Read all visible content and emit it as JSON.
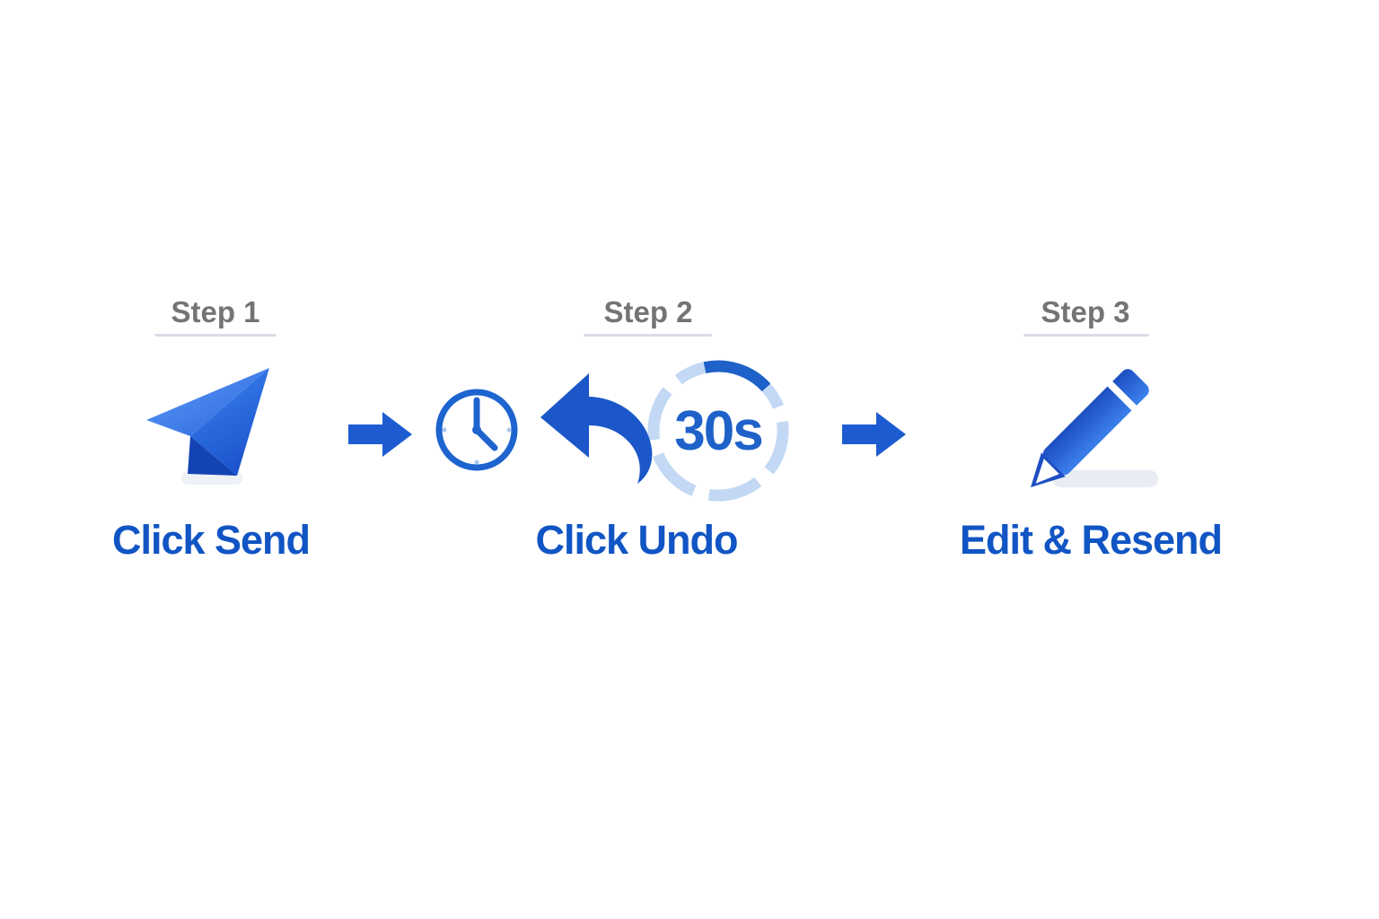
{
  "diagram_title": "Undo Send process diagram",
  "colors": {
    "background": "#ffffff",
    "step_label_gray": "#747474",
    "divider_gray": "#d9dde6",
    "caption_blue": "#1155c4",
    "icon_blue": "#1d5cd0",
    "ring_light_blue": "#c3d8f4",
    "ring_dark_blue": "#1e61c9"
  },
  "steps": [
    {
      "label": "Step 1",
      "caption": "Click Send",
      "icon": "paper-plane-icon"
    },
    {
      "label": "Step 2",
      "caption": "Click Undo",
      "countdown": "30s",
      "icons": [
        "clock-icon",
        "undo-arrow-icon",
        "countdown-ring-icon"
      ]
    },
    {
      "label": "Step 3",
      "caption": "Edit & Resend",
      "icon": "pencil-icon"
    }
  ],
  "connectors": [
    {
      "name": "arrow-step1-to-step2"
    },
    {
      "name": "arrow-step2-to-step3"
    }
  ]
}
